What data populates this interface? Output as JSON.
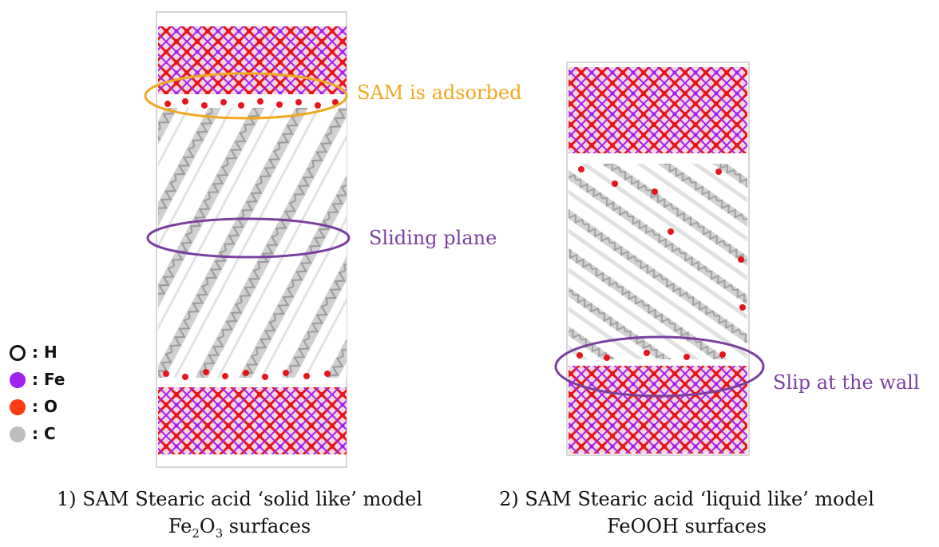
{
  "legend": [
    {
      "symbol": ":",
      "label": "H",
      "color": "#ffffff",
      "border": "#111111"
    },
    {
      "symbol": ":",
      "label": "Fe",
      "color": "#a020f0",
      "border": "#a020f0"
    },
    {
      "symbol": ":",
      "label": "O",
      "color": "#ff3b14",
      "border": "#ff3b14"
    },
    {
      "symbol": ":",
      "label": "C",
      "color": "#bdbdbd",
      "border": "#bdbdbd"
    }
  ],
  "annotations": {
    "sam_adsorbed": "SAM is adsorbed",
    "sliding_plane": "Sliding plane",
    "slip_wall": "Slip at the wall"
  },
  "captions": {
    "left_line1": "1) SAM Stearic acid ‘solid like’ model",
    "left_line2_prefix": "Fe",
    "left_line2_sub1": "2",
    "left_line2_mid": "O",
    "left_line2_sub2": "3",
    "left_line2_suffix": " surfaces",
    "right_line1": "2) SAM Stearic acid ‘liquid like’ model",
    "right_line2": "FeOOH surfaces"
  },
  "colors": {
    "iron": "#a020f0",
    "oxygen": "#e8141c",
    "carbon": "#bdbdbd",
    "annot_orange": "#f0a81e",
    "annot_purple": "#7b3fa0"
  }
}
